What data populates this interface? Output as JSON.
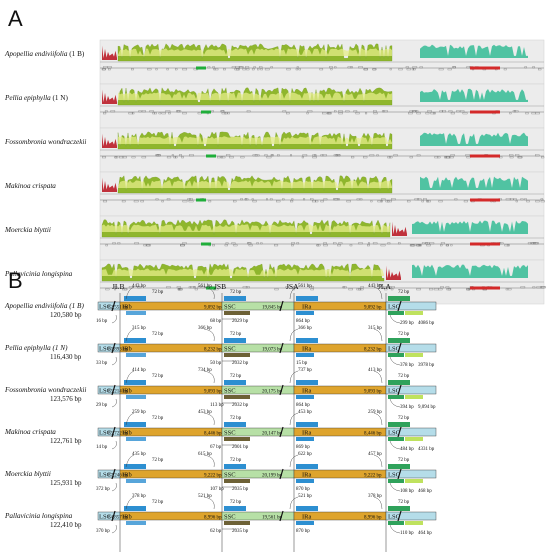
{
  "panel_a": {
    "letter": "A",
    "species": [
      {
        "name": "Apopellia endiviifolia",
        "suffix": "(1 B)"
      },
      {
        "name": "Pellia epiphylla",
        "suffix": "(1 N)"
      },
      {
        "name": "Fossombronia wondraczekii",
        "suffix": ""
      },
      {
        "name": "Makinoa crispata",
        "suffix": ""
      },
      {
        "name": "Moerckia blyttii",
        "suffix": ""
      },
      {
        "name": "Pallavicinia longispina",
        "suffix": ""
      }
    ],
    "colors": {
      "lcb_green": "#8fb62d",
      "lcb_yellow": "#e6ee8a",
      "lcb_teal": "#3fbf9a",
      "lcb_red": "#c0313b",
      "gene_red": "#d42a2a",
      "gene_green": "#1fae3a"
    }
  },
  "panel_b": {
    "letter": "B",
    "junctions": [
      "JLB",
      "JSB",
      "JSA",
      "JLA"
    ],
    "region_labels": {
      "lsc": "LSC",
      "irb": "IRb",
      "ssc": "SSC",
      "ira": "IRa"
    },
    "colors": {
      "lsc": "#b5dde9",
      "ir": "#dea42d",
      "ssc": "#b7e0a6",
      "gene_blue": "#2d8fd1",
      "gene_green": "#2fa25b",
      "gene_dark": "#6d6136",
      "gene_lime": "#bfe25e"
    },
    "rows": [
      {
        "name": "Apopellia endiviifolia (1 B)",
        "size": "120,580 bp",
        "lsc": "82,551 bp",
        "ir": "9,092 bp",
        "ssc": "19,845 bp",
        "top": [
          "443 bp",
          "72 bp",
          "561 bp",
          "72 bp",
          "561 bp",
          "443 bp",
          "72 bp"
        ],
        "bot": [
          "16 bp",
          "68 bp",
          "2029 bp",
          "864 bp",
          "299 bp",
          "4086 bp"
        ]
      },
      {
        "name": "Pellia epiphylla (1 N)",
        "size": "116,430 bp",
        "lsc": "80,893 bp",
        "ir": "8,232 bp",
        "ssc": "19,073 bp",
        "top": [
          "315 bp",
          "72 bp",
          "366 bp",
          "72 bp",
          "366 bp",
          "315 bp",
          "72 bp"
        ],
        "bot": [
          "33 bp",
          "50 bp",
          "2032 bp",
          "15 bp",
          "378 bp",
          "3978 bp"
        ]
      },
      {
        "name": "Fossombronia wondraczekii",
        "size": "123,576 bp",
        "lsc": "85,214 bp",
        "ir": "9,093 bp",
        "ssc": "20,175 bp",
        "top": [
          "414 bp",
          "72 bp",
          "734 bp",
          "72 bp",
          "737 bp",
          "413 bp",
          "72 bp"
        ],
        "bot": [
          "29 bp",
          "113 bp",
          "2032 bp",
          "864 bp",
          "394 bp",
          "9,094 bp"
        ]
      },
      {
        "name": "Makinoa crispata",
        "size": "122,761 bp",
        "lsc": "85,722 bp",
        "ir": "8,446 bp",
        "ssc": "20,147 bp",
        "top": [
          "259 bp",
          "72 bp",
          "453 bp",
          "72 bp",
          "453 bp",
          "259 bp",
          "72 bp"
        ],
        "bot": [
          "14 bp",
          "67 bp",
          "2001 bp",
          "869 bp",
          "484 bp",
          "4331 bp"
        ]
      },
      {
        "name": "Moerckia blyttii",
        "size": "125,931 bp",
        "lsc": "87,246 bp",
        "ir": "9,222 bp",
        "ssc": "20,199 bp",
        "top": [
          "435 bp",
          "72 bp",
          "615 bp",
          "72 bp",
          "622 bp",
          "457 bp",
          "72 bp"
        ],
        "bot": [
          "372 bp",
          "107 bp",
          "2035 bp",
          "870 bp",
          "108 bp",
          "468 bp"
        ]
      },
      {
        "name": "Pallavicinia longispina",
        "size": "122,410 bp",
        "lsc": "84,857 bp",
        "ir": "8,996 bp",
        "ssc": "19,561 bp",
        "top": [
          "378 bp",
          "72 bp",
          "521 bp",
          "72 bp",
          "521 bp",
          "378 bp",
          "72 bp"
        ],
        "bot": [
          "370 bp",
          "62 bp",
          "2035 bp",
          "870 bp",
          "110 bp",
          "464 bp"
        ]
      }
    ]
  }
}
